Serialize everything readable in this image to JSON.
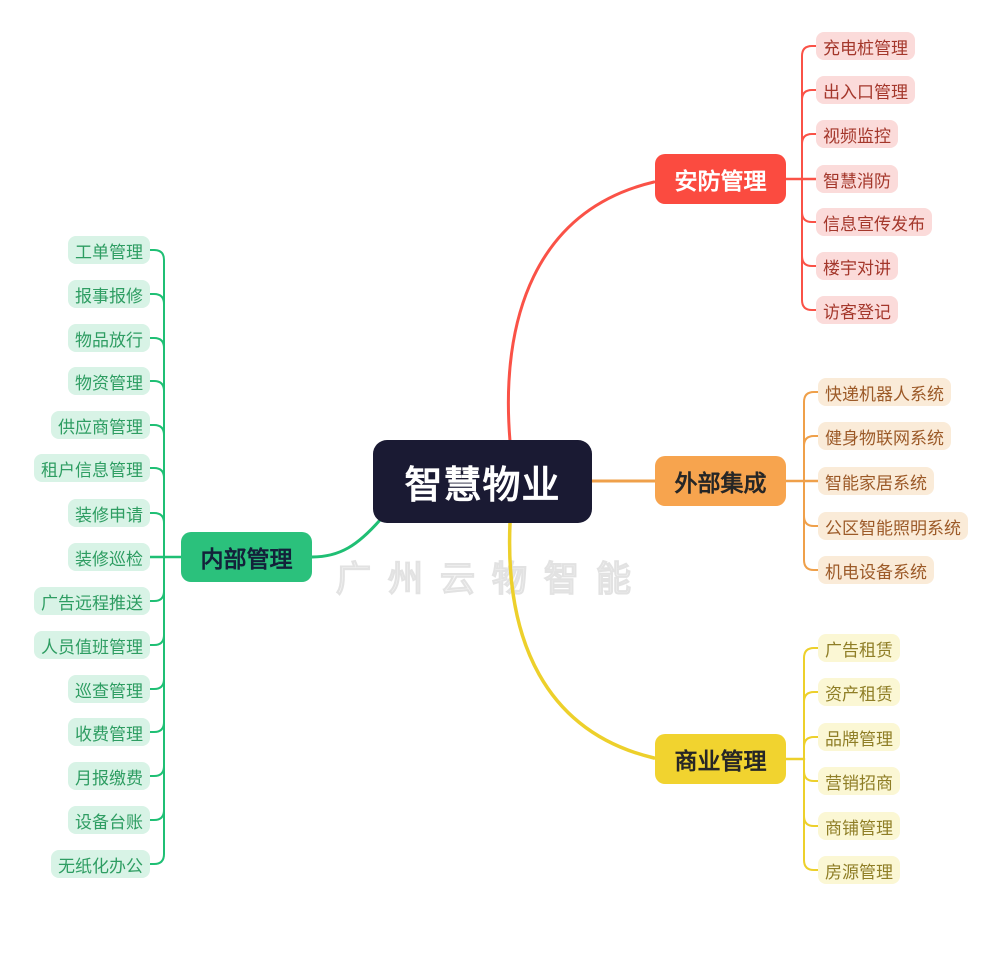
{
  "center": {
    "label": "智慧物业",
    "bg_color": "#1a1a33",
    "text_color": "#ffffff"
  },
  "watermark": "广州云物智能",
  "branches": [
    {
      "label": "安防管理",
      "node_bg": "#fb4b40",
      "node_text": "#ffffff",
      "line_color": "#fa5247",
      "child_bg": "#fbdbda",
      "child_text": "#a4372b",
      "children": [
        "充电桩管理",
        "出入口管理",
        "视频监控",
        "智慧消防",
        "信息宣传发布",
        "楼宇对讲",
        "访客登记"
      ]
    },
    {
      "label": "外部集成",
      "node_bg": "#f7a44e",
      "node_text": "#262626",
      "line_color": "#efa04a",
      "child_bg": "#faebd8",
      "child_text": "#9c5a28",
      "children": [
        "快递机器人系统",
        "健身物联网系统",
        "智能家居系统",
        "公区智能照明系统",
        "机电设备系统"
      ]
    },
    {
      "label": "商业管理",
      "node_bg": "#f1d32f",
      "node_text": "#262626",
      "line_color": "#edd02b",
      "child_bg": "#fbf7d4",
      "child_text": "#8f7e26",
      "children": [
        "广告租赁",
        "资产租赁",
        "品牌管理",
        "营销招商",
        "商铺管理",
        "房源管理"
      ]
    },
    {
      "label": "内部管理",
      "node_bg": "#2bc17c",
      "node_text": "#13213a",
      "line_color": "#1fbf74",
      "child_bg": "#d8f3e6",
      "child_text": "#2e9d62",
      "children": [
        "工单管理",
        "报事报修",
        "物品放行",
        "物资管理",
        "供应商管理",
        "租户信息管理",
        "装修申请",
        "装修巡检",
        "广告远程推送",
        "人员值班管理",
        "巡查管理",
        "收费管理",
        "月报缴费",
        "设备台账",
        "无纸化办公"
      ]
    }
  ]
}
